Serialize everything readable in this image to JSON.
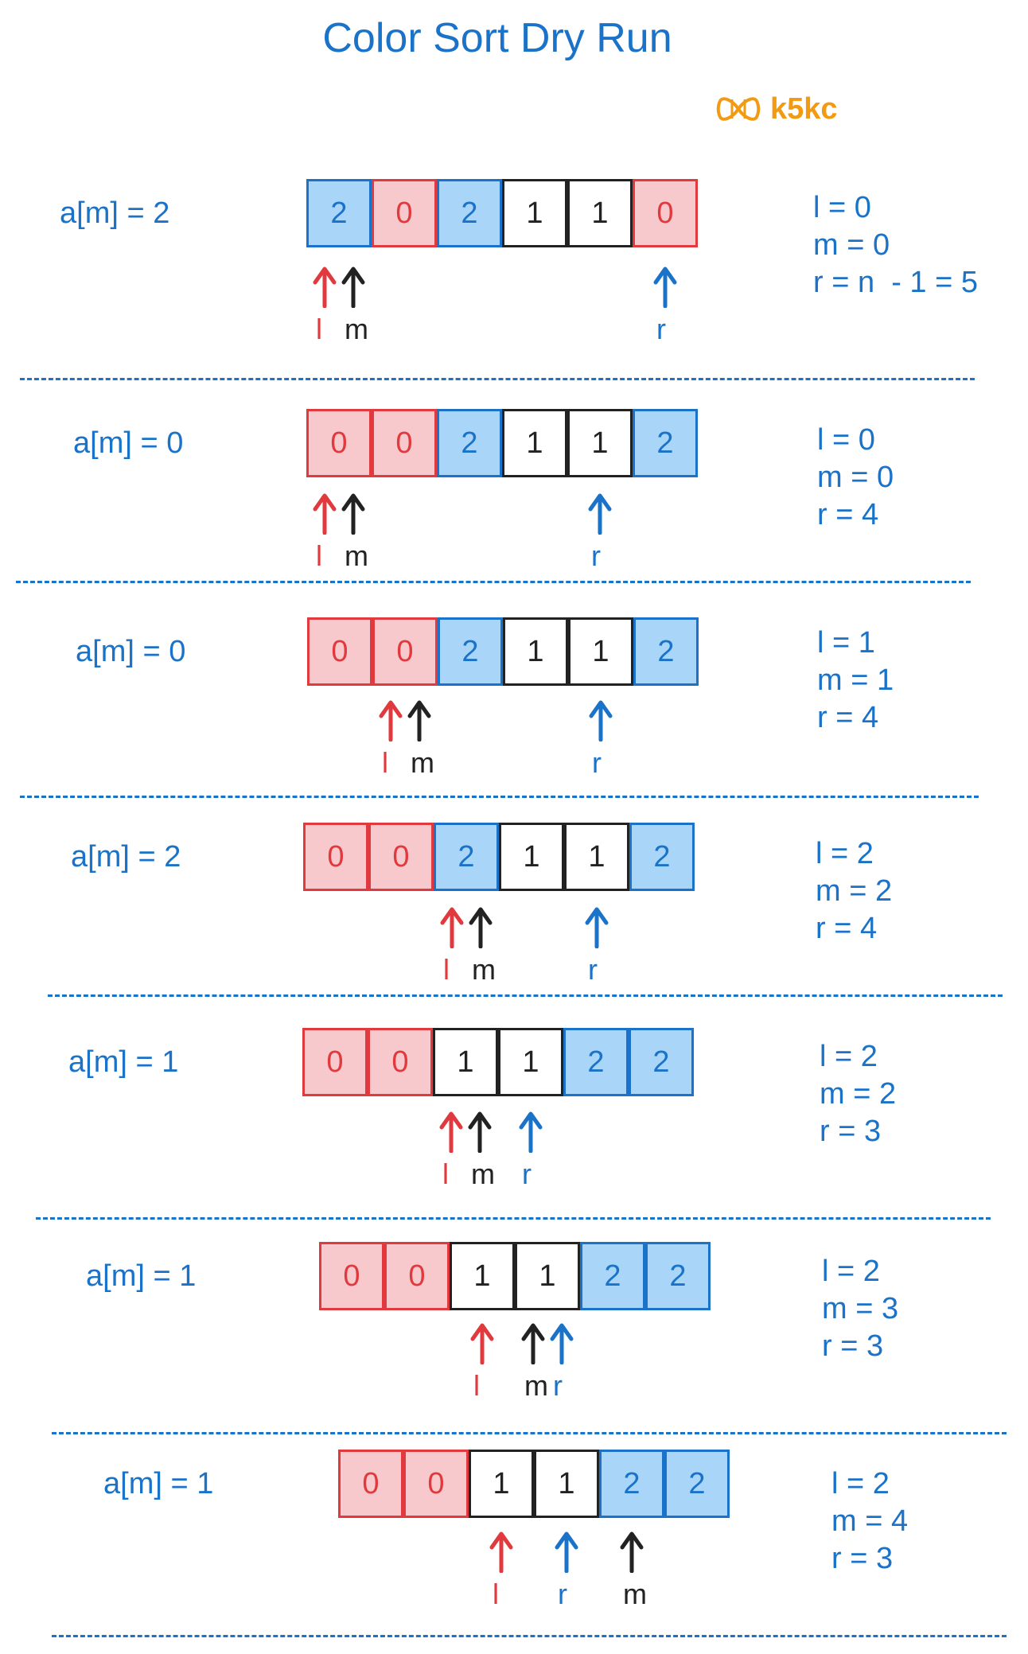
{
  "title": "Color Sort Dry Run",
  "brand": {
    "text": "k5kc",
    "icon": "bowtie-logo-icon"
  },
  "colors": {
    "red": "#e0393e",
    "blue": "#1a73c8",
    "black": "#222222"
  },
  "steps": [
    {
      "condition": "a[m] = 2",
      "cells": [
        "2",
        "0",
        "2",
        "1",
        "1",
        "0"
      ],
      "state": [
        "l = 0",
        "m = 0",
        "r = n  - 1 = 5"
      ],
      "l": 0,
      "m": 0,
      "r": 5
    },
    {
      "condition": "a[m] = 0",
      "cells": [
        "0",
        "0",
        "2",
        "1",
        "1",
        "2"
      ],
      "state": [
        "l = 0",
        "m = 0",
        "r = 4"
      ],
      "l": 0,
      "m": 0,
      "r": 4
    },
    {
      "condition": "a[m] = 0",
      "cells": [
        "0",
        "0",
        "2",
        "1",
        "1",
        "2"
      ],
      "state": [
        "l = 1",
        "m = 1",
        "r = 4"
      ],
      "l": 1,
      "m": 1,
      "r": 4
    },
    {
      "condition": "a[m] = 2",
      "cells": [
        "0",
        "0",
        "2",
        "1",
        "1",
        "2"
      ],
      "state": [
        "l = 2",
        "m = 2",
        "r = 4"
      ],
      "l": 2,
      "m": 2,
      "r": 4
    },
    {
      "condition": "a[m] = 1",
      "cells": [
        "0",
        "0",
        "1",
        "1",
        "2",
        "2"
      ],
      "state": [
        "l = 2",
        "m = 2",
        "r = 3"
      ],
      "l": 2,
      "m": 2,
      "r": 3
    },
    {
      "condition": "a[m] = 1",
      "cells": [
        "0",
        "0",
        "1",
        "1",
        "2",
        "2"
      ],
      "state": [
        "l = 2",
        "m = 3",
        "r = 3"
      ],
      "l": 2,
      "m": 3,
      "r": 3
    },
    {
      "condition": "a[m] = 1",
      "cells": [
        "0",
        "0",
        "1",
        "1",
        "2",
        "2"
      ],
      "state": [
        "l = 2",
        "m = 4",
        "r = 3"
      ],
      "l": 2,
      "m": 4,
      "r": 3
    }
  ],
  "pointer_names": {
    "l": "l",
    "m": "m",
    "r": "r"
  }
}
